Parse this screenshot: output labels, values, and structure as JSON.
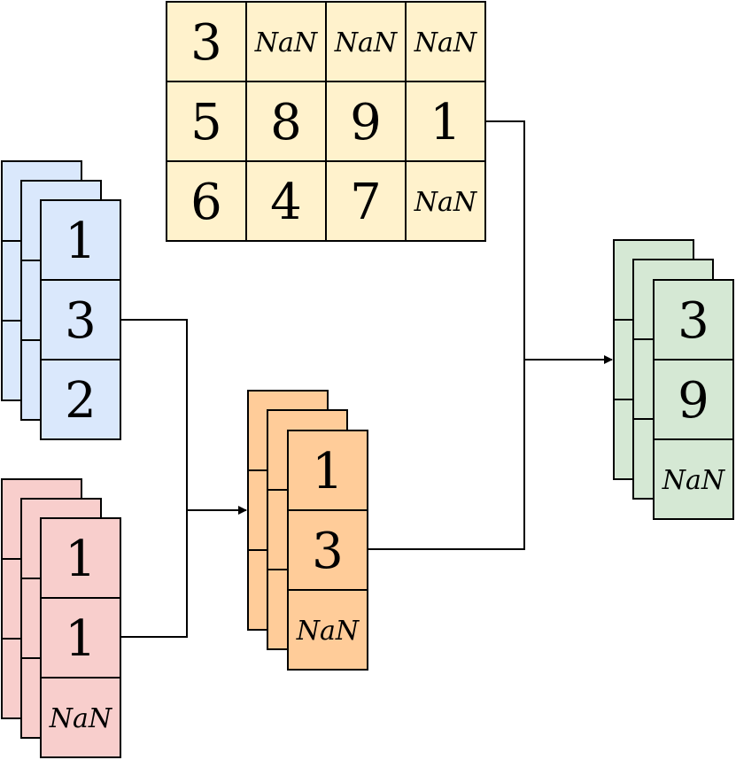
{
  "colors": {
    "matrix": "#fff2cc",
    "blue": "#dae8fc",
    "red": "#f8cecc",
    "orange": "#ffcc99",
    "green": "#d5e8d4",
    "stroke": "#000000"
  },
  "matrix": {
    "rows": [
      [
        "3",
        "NaN",
        "NaN",
        "NaN"
      ],
      [
        "5",
        "8",
        "9",
        "1"
      ],
      [
        "6",
        "4",
        "7",
        "NaN"
      ]
    ]
  },
  "stacks": {
    "blue": [
      "1",
      "3",
      "2"
    ],
    "red": [
      "1",
      "1",
      "NaN"
    ],
    "orange": [
      "1",
      "3",
      "NaN"
    ],
    "green": [
      "3",
      "9",
      "NaN"
    ]
  }
}
